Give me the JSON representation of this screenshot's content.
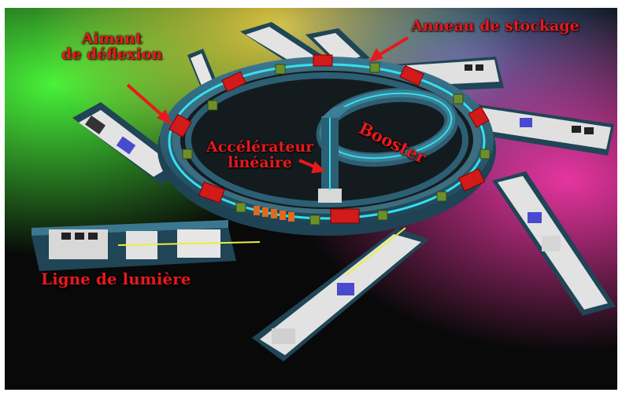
{
  "labels": {
    "bending_magnet": [
      "Aimant",
      "de déflexion"
    ],
    "storage_ring": "Anneau de stockage",
    "booster": "Booster",
    "linac": [
      "Accélérateur",
      "linéaire"
    ],
    "beamline": "Ligne de lumière"
  },
  "colors": {
    "label": "#e8191c",
    "beam": "#33e0f0",
    "ring_wall": "#2c5f73",
    "magnet": "#d11a1a",
    "quadrupole": "#6c8f2c",
    "background_glow": [
      "#3fdc3f",
      "#ff3fa8",
      "#ffd23f"
    ]
  }
}
